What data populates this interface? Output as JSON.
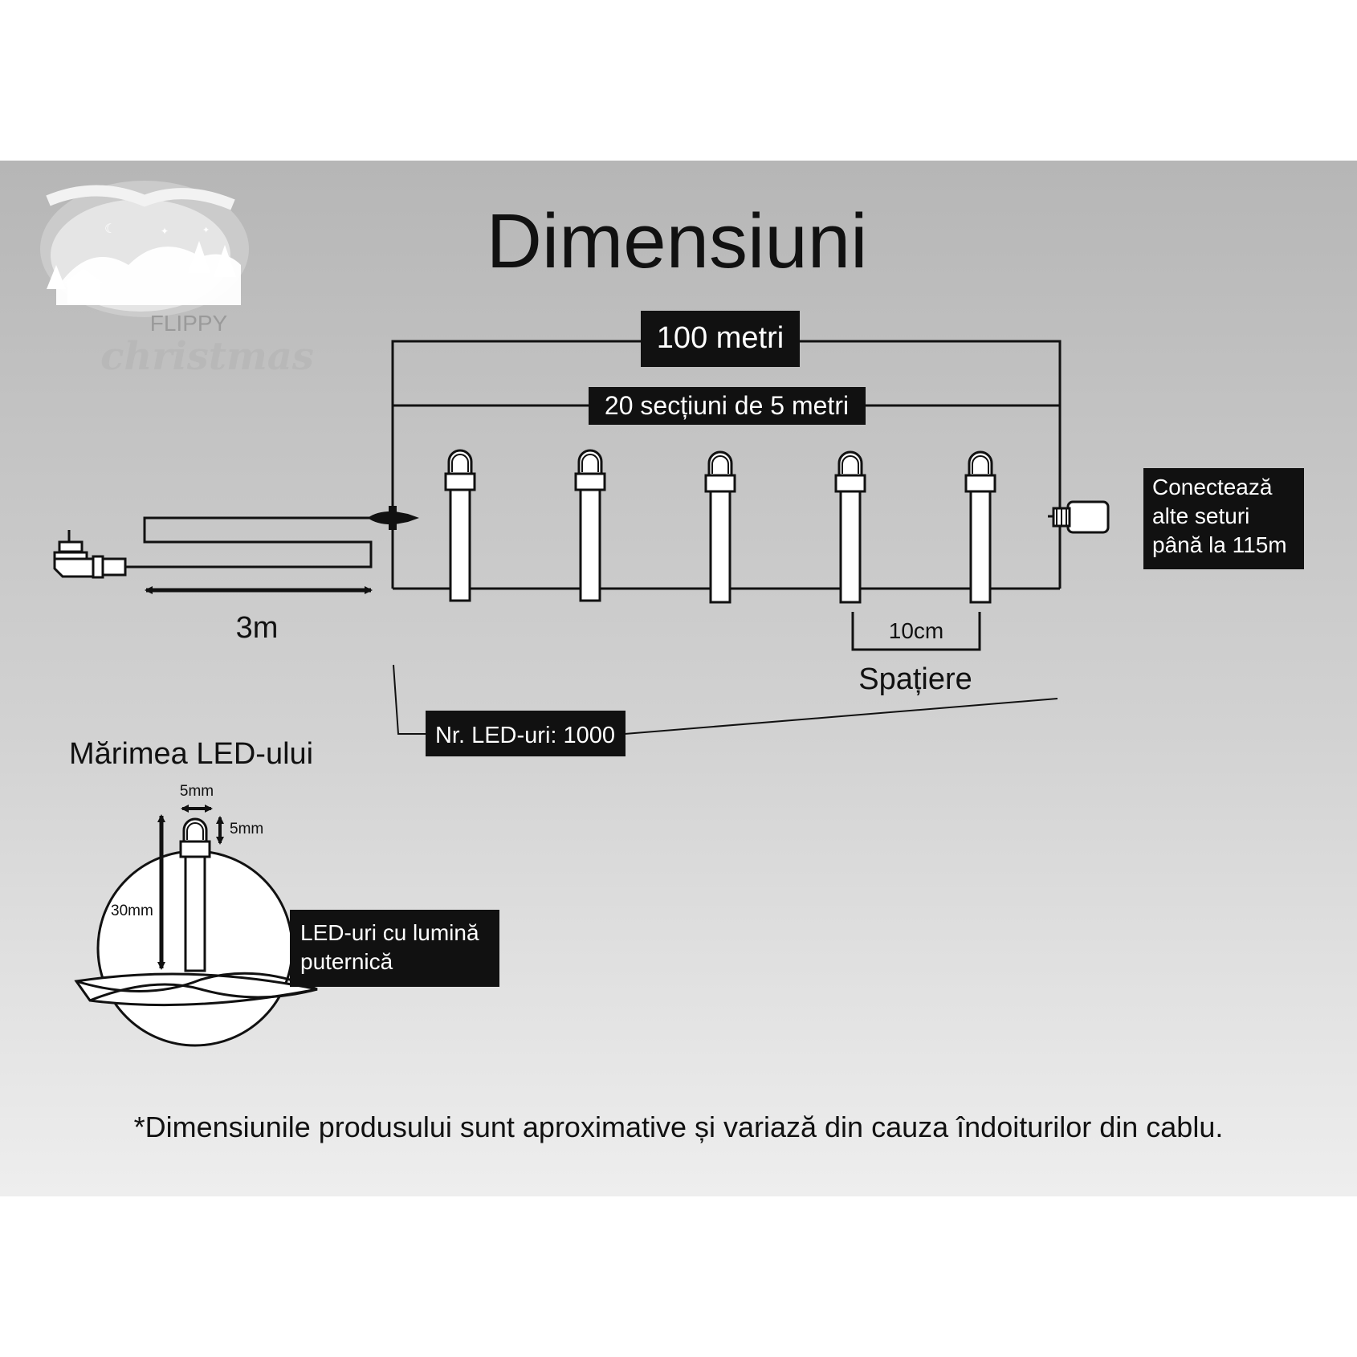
{
  "title": "Dimensiuni",
  "logo": {
    "brand_top": "FLIPPY",
    "brand_bottom": "christmas"
  },
  "labels": {
    "total_length": "100 metri",
    "sections": "20 secțiuni de 5 metri",
    "connect_line1": "Conectează",
    "connect_line2": "alte seturi",
    "connect_line3": "până la 115m",
    "lead_length": "3m",
    "spacing_value": "10cm",
    "spacing_label": "Spațiere",
    "led_count": "Nr. LED-uri: 1000",
    "led_size_title": "Mărimea LED-ului",
    "led_width": "5mm",
    "led_height": "5mm",
    "led_total": "30mm",
    "bright_line1": "LED-uri cu lumină",
    "bright_line2": "puternică"
  },
  "footnote": "*Dimensiunile produsului sunt aproximative și variază din cauza îndoiturilor din cablu.",
  "colors": {
    "label_bg": "#111111",
    "label_text": "#ffffff",
    "line": "#111111",
    "bulb_fill": "#ffffff"
  }
}
